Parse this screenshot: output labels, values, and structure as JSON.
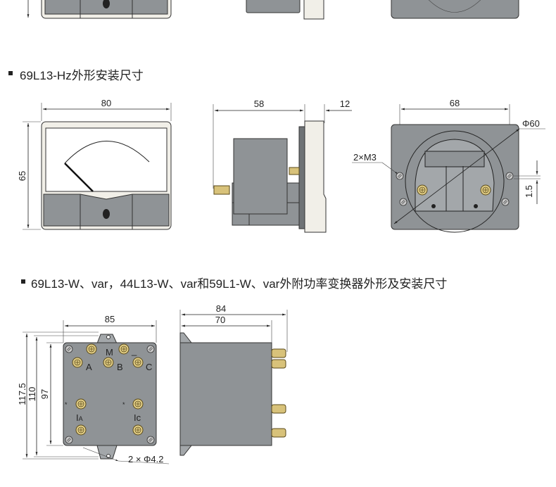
{
  "section_hz": {
    "heading": "69L13-Hz外形安装尺寸",
    "front": {
      "width": "80",
      "height": "65"
    },
    "side": {
      "depth": "58",
      "flange": "12"
    },
    "back": {
      "hole_spacing": "68",
      "cutout": "Φ60",
      "screws": "2×M3",
      "offset": "1.5"
    }
  },
  "section_w": {
    "heading": "69L13-W、var，44L13-W、var和59L1-W、var外附功率变换器外形及安装尺寸",
    "front": {
      "width": "85",
      "h1": "117.5",
      "h2": "110",
      "h3": "97",
      "holes": "2 × Φ4.2",
      "terminals": {
        "M": "M",
        "minus": "_",
        "A": "A",
        "B": "B",
        "C": "C",
        "IA": "I",
        "IA_sub": "A",
        "IC": "Ic",
        "star": "*"
      }
    },
    "side": {
      "total": "84",
      "body": "70"
    }
  },
  "colors": {
    "body": "#8f9396",
    "face": "#f1efe8",
    "terminal": "#d8c27a"
  }
}
